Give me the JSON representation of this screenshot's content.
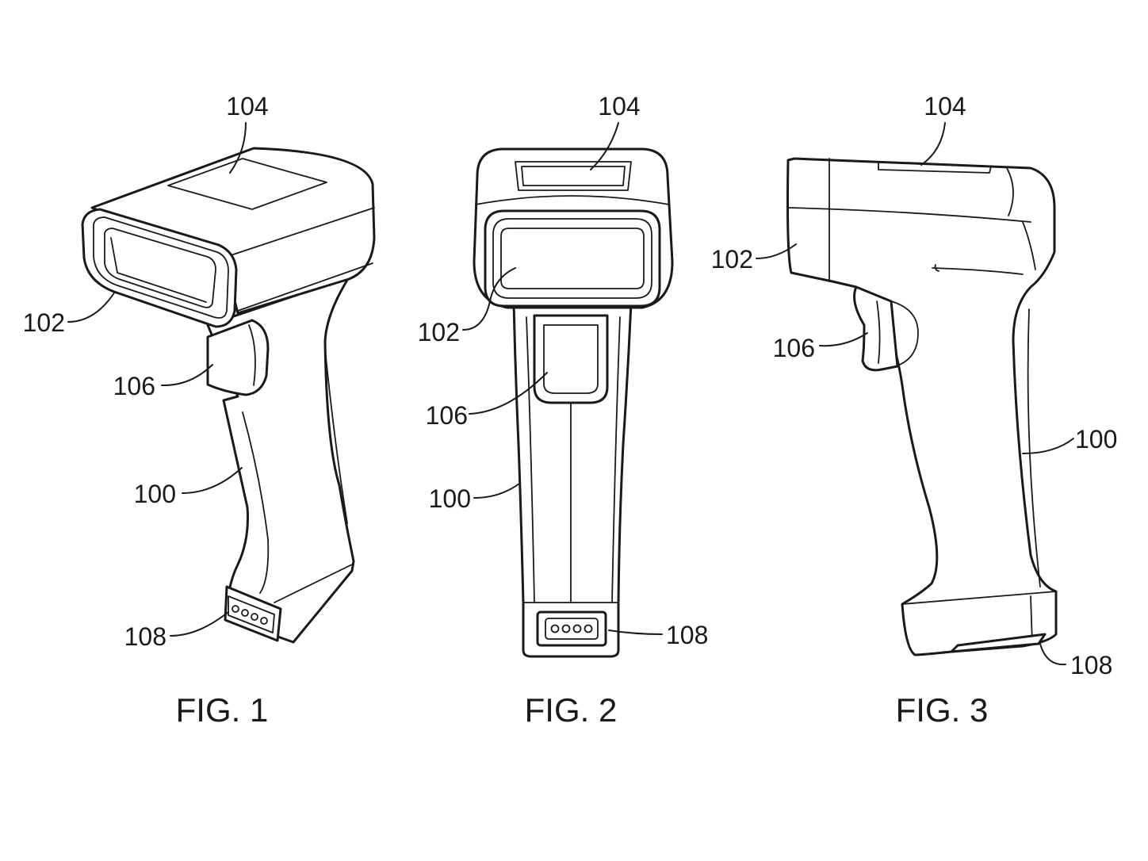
{
  "figures": [
    {
      "caption": "FIG. 1",
      "refs": {
        "window": "104",
        "scan_head": "102",
        "trigger": "106",
        "handle": "100",
        "connector": "108"
      }
    },
    {
      "caption": "FIG. 2",
      "refs": {
        "window": "104",
        "scan_head": "102",
        "trigger": "106",
        "handle": "100",
        "connector": "108"
      }
    },
    {
      "caption": "FIG. 3",
      "refs": {
        "window": "104",
        "scan_head": "102",
        "trigger": "106",
        "handle": "100",
        "connector": "108"
      }
    }
  ],
  "colors": {
    "line": "#1a1a1a",
    "background": "#ffffff"
  }
}
